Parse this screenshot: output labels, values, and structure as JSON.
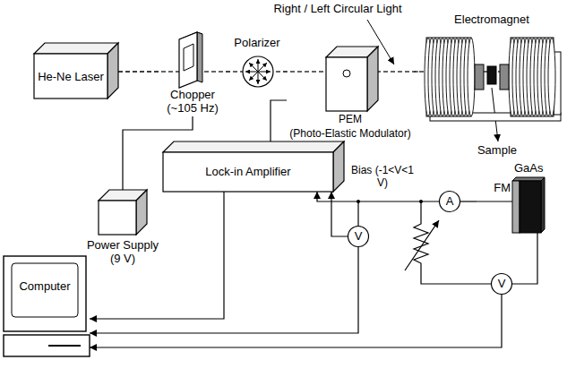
{
  "diagram": {
    "nodes": [
      {
        "text": [
          "He-Ne Laser"
        ]
      },
      {
        "text": [
          "Chopper (~105 Hz)"
        ]
      },
      {
        "text": [
          "Polarizer"
        ]
      },
      {
        "text": [
          "PEM",
          "(Photo-Elastic Modulator)"
        ]
      },
      {
        "text": [
          "Electromagnet"
        ]
      },
      {
        "text": [
          "Power Supply (9 V)"
        ]
      },
      {
        "text": [
          "Lock-in Amplifier"
        ]
      },
      {
        "text": [
          "Computer"
        ]
      },
      {
        "text": [
          "FM",
          "GaAs"
        ]
      },
      {
        "text": [
          "A"
        ]
      },
      {
        "text": [
          "V"
        ]
      },
      {
        "text": [
          "V"
        ]
      }
    ],
    "edges": [
      {
        "from": 0,
        "to": 1,
        "arrow": "none"
      },
      {
        "from": 1,
        "to": 2,
        "arrow": "none"
      },
      {
        "from": 2,
        "to": 3,
        "arrow": "none"
      },
      {
        "from": 3,
        "to": 4,
        "arrow": "none"
      },
      {
        "from": 5,
        "to": 1,
        "arrow": "none"
      },
      {
        "from": 3,
        "to": 6,
        "arrow": "none"
      },
      {
        "from": 9,
        "to": 6,
        "arrow": "to"
      },
      {
        "from": 10,
        "to": 6,
        "arrow": "to"
      },
      {
        "from": 6,
        "to": 7,
        "arrow": "to"
      },
      {
        "from": 10,
        "to": 7,
        "arrow": "to"
      },
      {
        "from": 11,
        "to": 7,
        "arrow": "to"
      },
      {
        "from": 9,
        "to": 8,
        "arrow": "none"
      },
      {
        "from": 11,
        "to": 8,
        "arrow": "none"
      }
    ],
    "labels": [
      "Right / Left Circular Light",
      "Sample",
      "Bias (-1<V<1 V)"
    ]
  }
}
